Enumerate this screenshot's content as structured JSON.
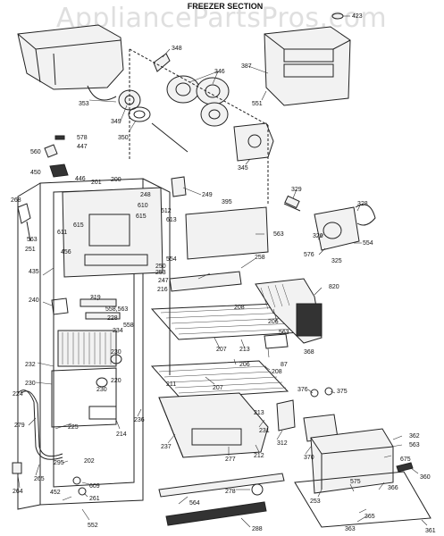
{
  "title": "FREEZER SECTION",
  "watermark": "AppliancePartsPros.com",
  "labels": {
    "l423": "423",
    "l348": "348",
    "l346": "346",
    "l387": "387",
    "l551": "551",
    "l353": "353",
    "l349": "349",
    "l350": "350",
    "l345": "345",
    "l578": "578",
    "l447": "447",
    "l560": "560",
    "l450": "450",
    "l446": "446",
    "l201": "201",
    "l200": "200",
    "l249": "249",
    "l248": "248",
    "l395": "395",
    "l329": "329",
    "l328": "328",
    "l268": "268",
    "l610": "610",
    "l615a": "615",
    "l612": "612",
    "l613": "613",
    "l615b": "615",
    "l563a": "563",
    "l563b": "563",
    "l611": "611",
    "l251": "251",
    "l456": "456",
    "l554a": "554",
    "l554b": "554",
    "l576": "576",
    "l326": "326",
    "l325": "325",
    "l250": "250",
    "l253a": "253",
    "l258": "258",
    "l435": "435",
    "l247": "247",
    "l216": "216",
    "l820": "820",
    "l240": "240",
    "l219": "219",
    "l558_563": "558,563",
    "l228": "228",
    "l558": "558",
    "l234": "234",
    "l208a": "208",
    "l206a": "206",
    "l207a": "207",
    "l213a": "213",
    "l563c": "563",
    "l368": "368",
    "l87": "87",
    "l232": "232",
    "l230a": "230",
    "l220": "220",
    "l230b": "230",
    "l230c": "230",
    "l206b": "206",
    "l208b": "208",
    "l224": "224",
    "l211": "211",
    "l207b": "207",
    "l376": "376",
    "l375": "375",
    "l236": "236",
    "l213b": "213",
    "l279": "279",
    "l225": "225",
    "l237": "237",
    "l231": "231",
    "l312": "312",
    "l370": "370",
    "l214": "214",
    "l202": "202",
    "l212": "212",
    "l277": "277",
    "l362": "362",
    "l563d": "563",
    "l675": "675",
    "l360": "360",
    "l265": "265",
    "l295": "295",
    "l264": "264",
    "l609": "609",
    "l452": "452",
    "l261": "261",
    "l278": "278",
    "l575": "575",
    "l366": "366",
    "l253b": "253",
    "l564": "564",
    "l365": "365",
    "l552": "552",
    "l288": "288",
    "l363": "363",
    "l361": "361"
  }
}
